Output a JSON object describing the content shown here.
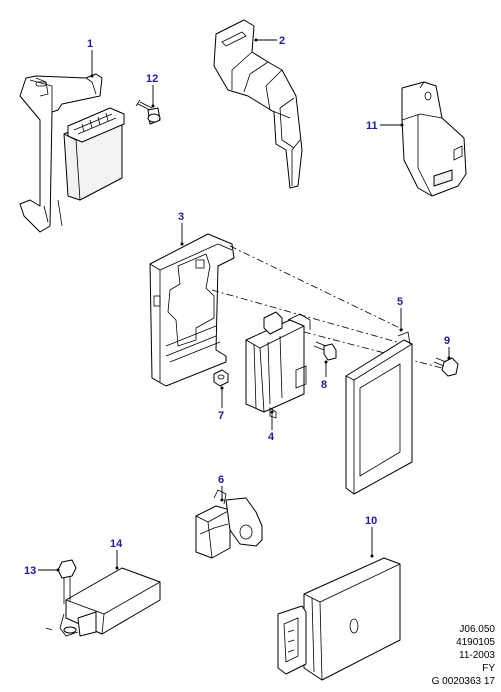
{
  "callouts": [
    "1",
    "2",
    "3",
    "4",
    "5",
    "6",
    "7",
    "8",
    "9",
    "10",
    "11",
    "12",
    "13",
    "14"
  ],
  "reference": {
    "code": "J06.050",
    "number": "4190105",
    "date": "11-2003",
    "region": "FY",
    "drawing_id": "G 0020363 17"
  },
  "colors": {
    "callout_text": "#1a1aa8",
    "line": "#000000"
  }
}
